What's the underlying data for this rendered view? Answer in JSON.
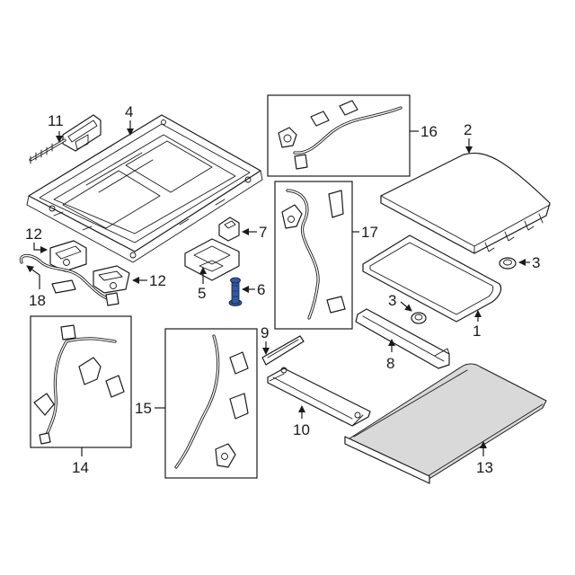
{
  "colors": {
    "line": "#1a1a1a",
    "highlight": "#2e5aa8",
    "background": "#ffffff"
  },
  "callouts": {
    "c1": "1",
    "c2": "2",
    "c3a": "3",
    "c3b": "3",
    "c4": "4",
    "c5": "5",
    "c6": "6",
    "c7": "7",
    "c8": "8",
    "c9": "9",
    "c10": "10",
    "c11": "11",
    "c12a": "12",
    "c12b": "12",
    "c13": "13",
    "c14": "14",
    "c15": "15",
    "c16": "16",
    "c17": "17",
    "c18": "18"
  }
}
